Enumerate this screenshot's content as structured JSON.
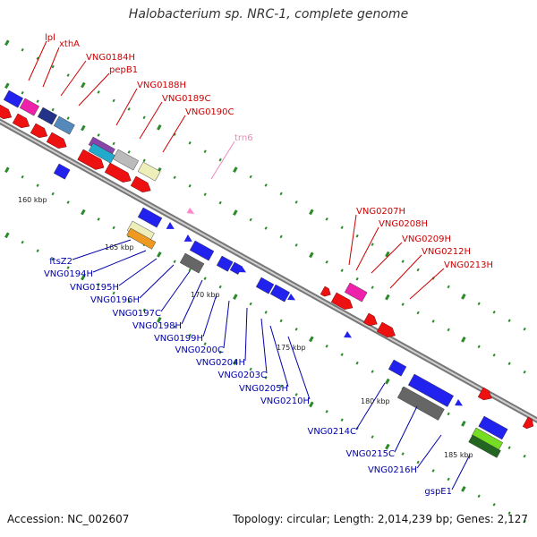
{
  "title": "Halobacterium sp. NRC-1, complete genome",
  "footer": {
    "accession": "Accession: NC_002607",
    "info": "Topology: circular; Length: 2,014,239 bp; Genes: 2,127"
  },
  "colors": {
    "forward_label": "#cc0000",
    "reverse_label": "#0000aa",
    "rna_label": "#ee88bb",
    "backbone": "#9a9a9a",
    "tick": "#2a8a2a"
  },
  "kbp_labels": [
    "160 kbp",
    "165 kbp",
    "170 kbp",
    "175 kbp",
    "180 kbp",
    "185 kbp"
  ],
  "top_labels": [
    {
      "name": "lpl"
    },
    {
      "name": "xthA"
    },
    {
      "name": "VNG0184H"
    },
    {
      "name": "pepB1"
    },
    {
      "name": "VNG0188H"
    },
    {
      "name": "VNG0189C"
    },
    {
      "name": "VNG0190C"
    },
    {
      "name": "trn6"
    },
    {
      "name": "VNG0207H"
    },
    {
      "name": "VNG0208H"
    },
    {
      "name": "VNG0209H"
    },
    {
      "name": "VNG0212H"
    },
    {
      "name": "VNG0213H"
    }
  ],
  "bottom_labels": [
    {
      "name": "ftsZ2"
    },
    {
      "name": "VNG0194H"
    },
    {
      "name": "VNG0195H"
    },
    {
      "name": "VNG0196H"
    },
    {
      "name": "VNG0197C"
    },
    {
      "name": "VNG0198H"
    },
    {
      "name": "VNG0199H"
    },
    {
      "name": "VNG0200C"
    },
    {
      "name": "VNG0204H"
    },
    {
      "name": "VNG0203C"
    },
    {
      "name": "VNG0205H"
    },
    {
      "name": "VNG0210H"
    },
    {
      "name": "VNG0214C"
    },
    {
      "name": "VNG0215C"
    },
    {
      "name": "VNG0216H"
    },
    {
      "name": "gspE1"
    }
  ]
}
